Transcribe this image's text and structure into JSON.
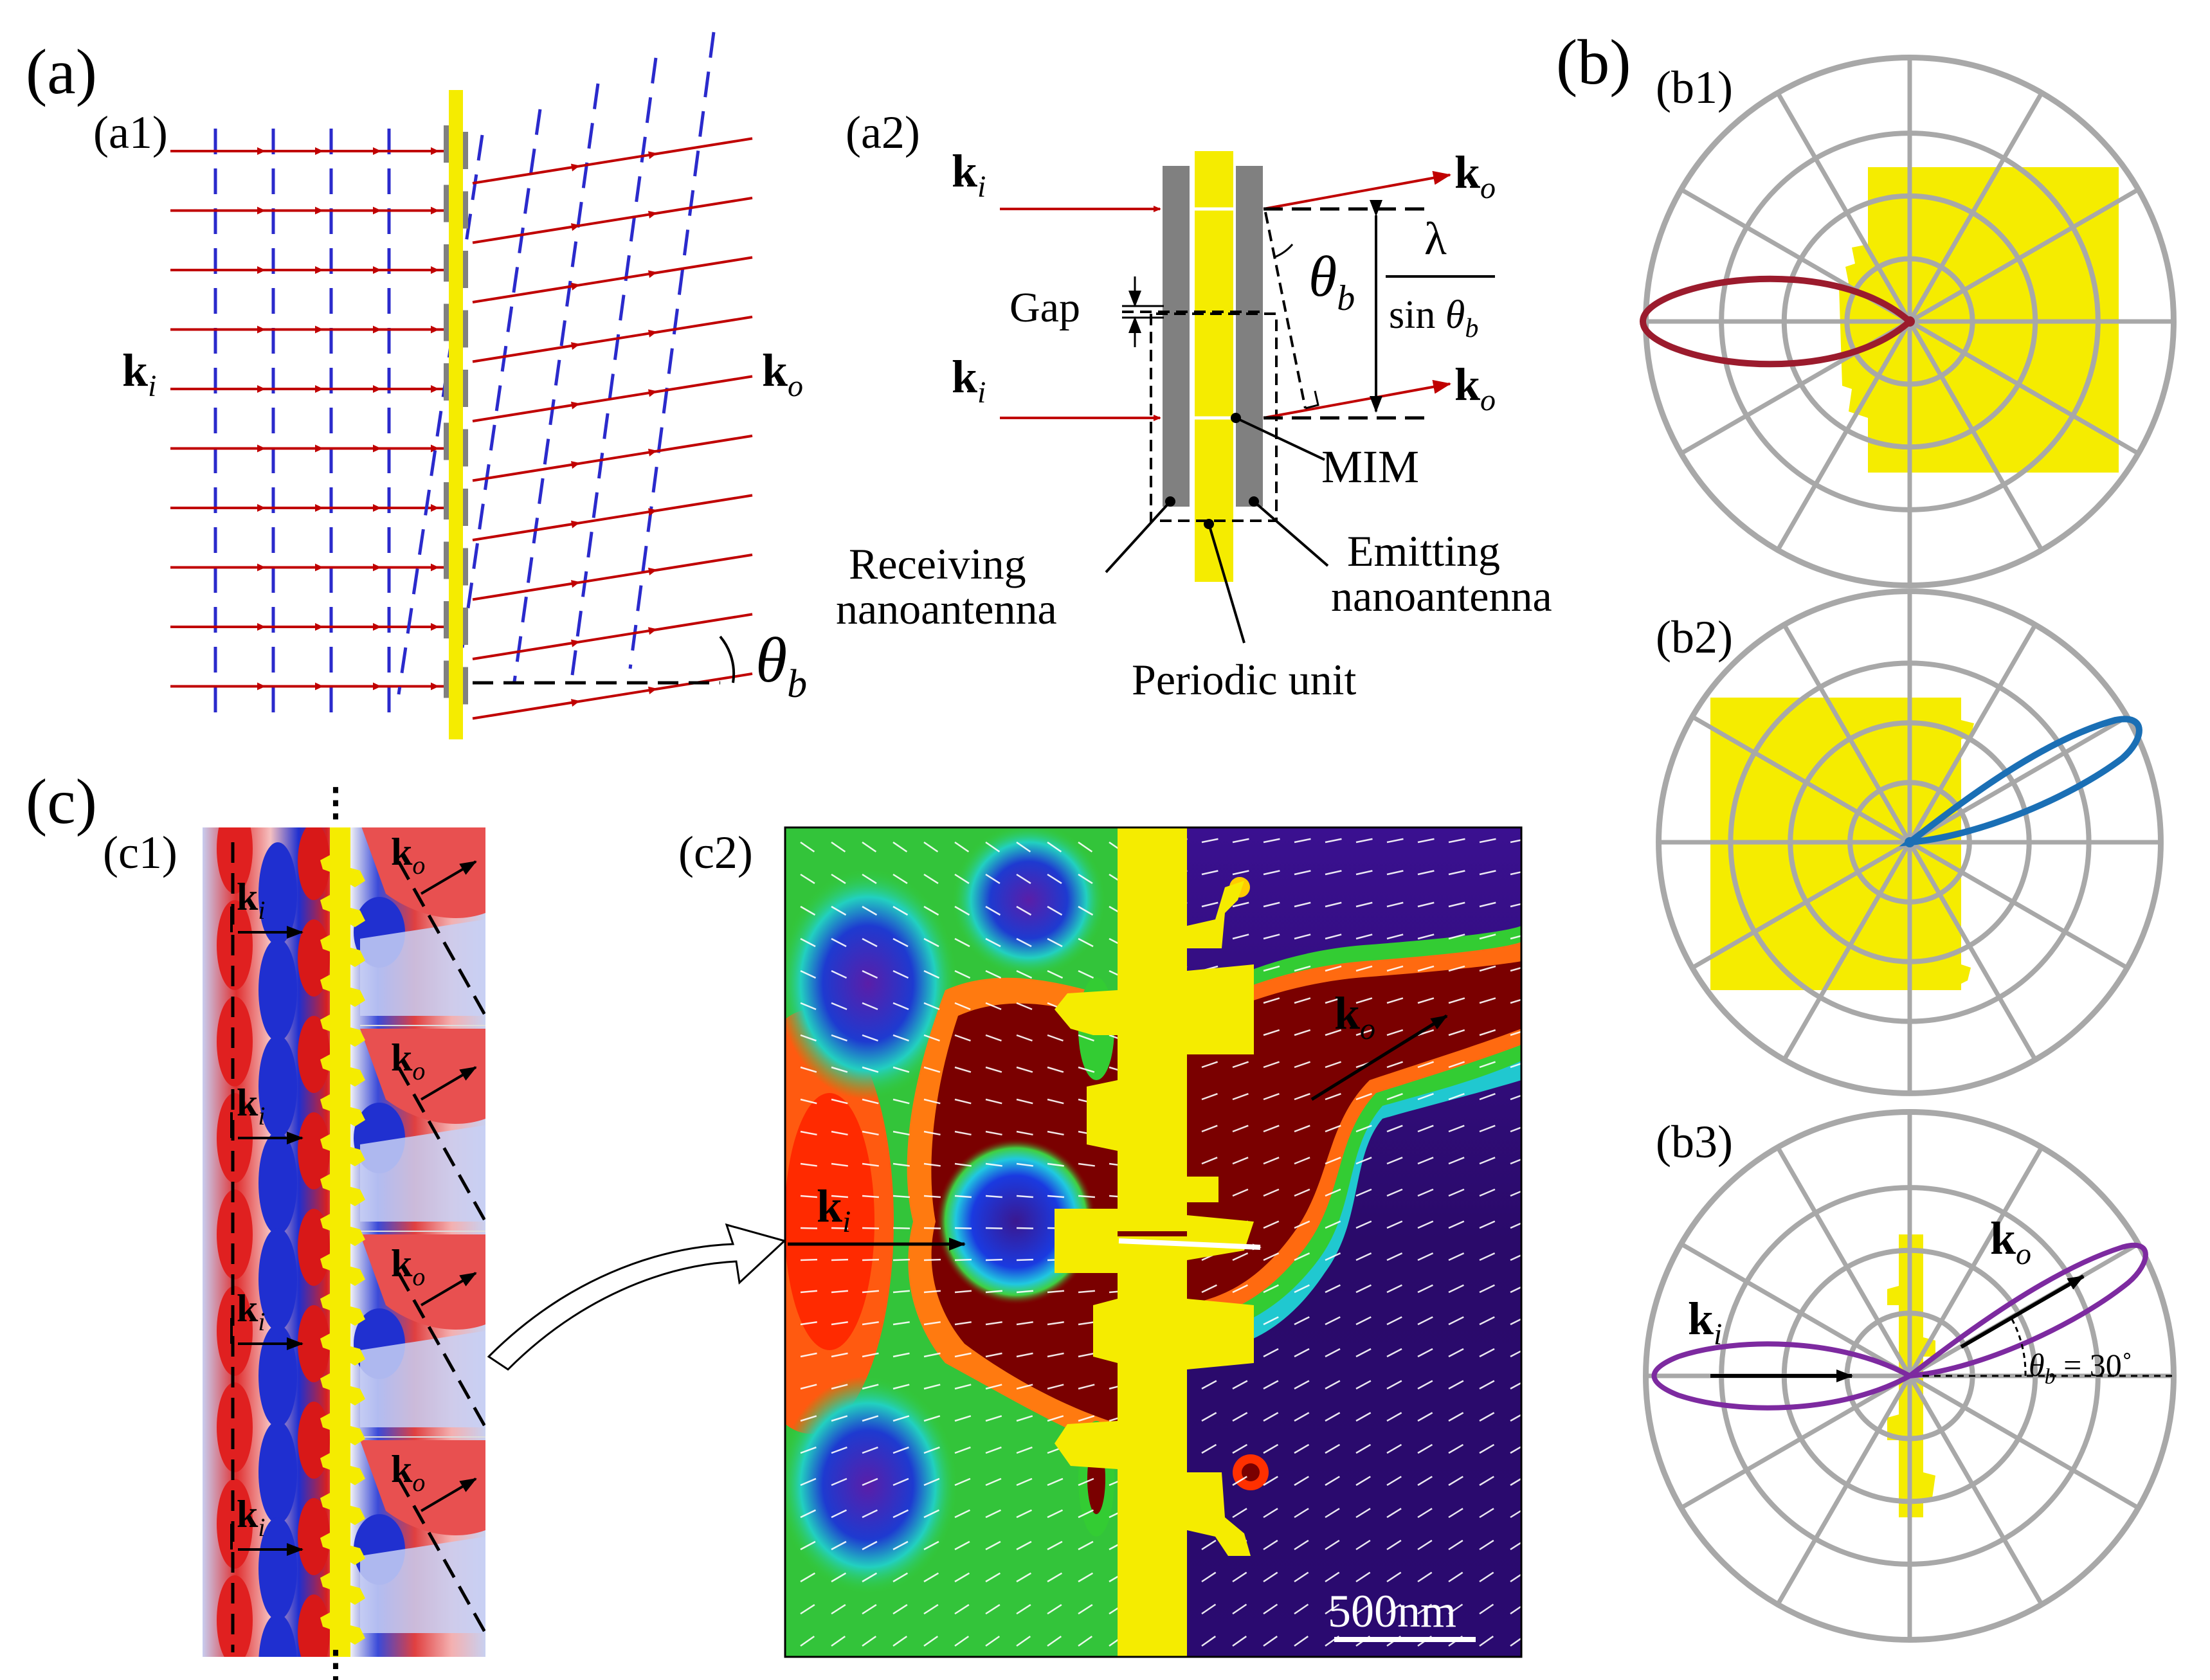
{
  "panel_labels": {
    "a": "(a)",
    "a1": "(a1)",
    "a2": "(a2)",
    "b": "(b)",
    "b1": "(b1)",
    "b2": "(b2)",
    "b3": "(b3)",
    "c": "(c)",
    "c1": "(c1)",
    "c2": "(c2)"
  },
  "vectors": {
    "k_base": "k",
    "k_in_sub": "i",
    "k_out_sub": "o",
    "theta": "θ",
    "theta_sub": "b"
  },
  "a2": {
    "gap": "Gap",
    "lambda": "λ",
    "sin_prefix": "sin",
    "mim": "MIM",
    "receiving_1": "Receiving",
    "receiving_2": "nanoantenna",
    "emitting_1": "Emitting",
    "emitting_2": "nanoantenna",
    "periodic_unit": "Periodic unit"
  },
  "b3": {
    "angle_suffix": "= 30˚"
  },
  "c2": {
    "scale_bar": "500nm"
  },
  "colors": {
    "yellow": "#f5ec00",
    "gray": "#808080",
    "red_line": "#c00000",
    "blue_dash": "#2a2acc",
    "lobe_b1": "#9b1b2d",
    "lobe_b2": "#1a6fb5",
    "lobe_b3": "#7d2aa0",
    "polar_grid": "#a8a8a8"
  }
}
